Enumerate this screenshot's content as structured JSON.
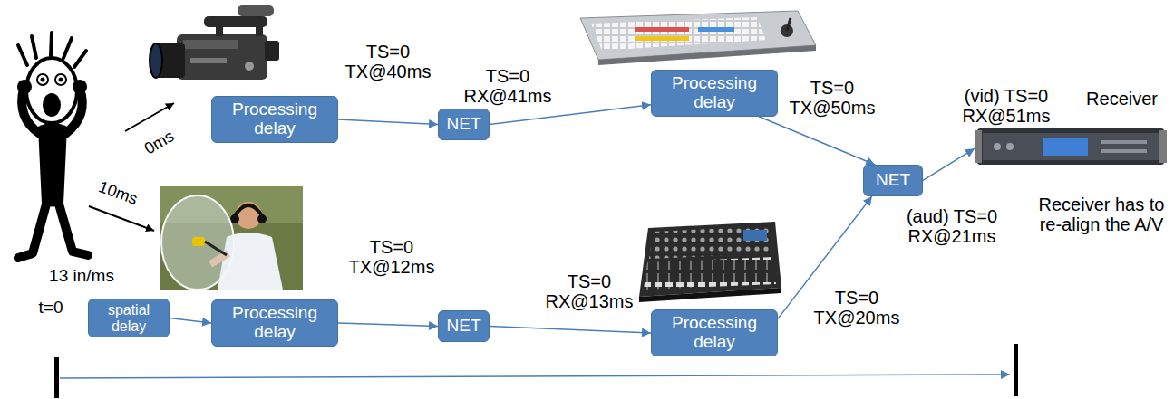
{
  "diagram": {
    "nodes": [
      {
        "text": [
          "Processing delay"
        ]
      },
      {
        "text": [
          "NET"
        ]
      },
      {
        "text": [
          "Processing delay"
        ]
      },
      {
        "text": [
          "NET"
        ]
      },
      {
        "text": [
          "spatial delay"
        ]
      },
      {
        "text": [
          "Processing delay"
        ]
      },
      {
        "text": [
          "NET"
        ]
      },
      {
        "text": [
          "Processing delay"
        ]
      },
      {
        "text": [
          "Receiver"
        ]
      }
    ],
    "edges": [
      {
        "from": 0,
        "to": 1,
        "arrow": "to"
      },
      {
        "from": 1,
        "to": 2,
        "arrow": "to"
      },
      {
        "from": 2,
        "to": 3,
        "arrow": "to"
      },
      {
        "from": 3,
        "to": 8,
        "arrow": "to"
      },
      {
        "from": 4,
        "to": 5,
        "arrow": "to"
      },
      {
        "from": 5,
        "to": 6,
        "arrow": "to"
      },
      {
        "from": 6,
        "to": 7,
        "arrow": "to"
      },
      {
        "from": 7,
        "to": 3,
        "arrow": "to"
      }
    ],
    "labels": [
      "0ms",
      "10ms",
      "TS=0 TX@40ms",
      "TS=0 RX@41ms",
      "TS=0 TX@50ms",
      "(vid) TS=0 RX@51ms",
      "Receiver has to re-align the A/V",
      "(aud) TS=0 RX@21ms",
      "TS=0 TX@12ms",
      "TS=0 RX@13ms",
      "TS=0 TX@20ms",
      "13 in/ms",
      "t=0"
    ]
  }
}
